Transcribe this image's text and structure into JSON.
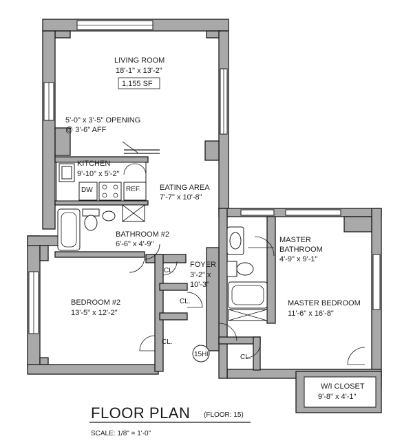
{
  "rooms": {
    "living": {
      "name": "LIVING ROOM",
      "dims": "18'-1\" x 13'-2\"",
      "area": "1,155 SF"
    },
    "opening": {
      "line1": "5'-0\" x 3'-5\" OPENING",
      "line2": "@ 3'-6\" AFF"
    },
    "kitchen": {
      "name": "KITCHEN",
      "dims": "9'-10\" x 5'-2\""
    },
    "eating": {
      "name": "EATING AREA",
      "dims": "7'-7\" x 10'-8\""
    },
    "bath2": {
      "name": "BATHROOM #2",
      "dims": "6'-6\" x 4'-9\""
    },
    "foyer": {
      "name": "FOYER",
      "dims1": "3'-2\" x",
      "dims2": "10'-3\""
    },
    "master_bath": {
      "name1": "MASTER",
      "name2": "BATHROOM",
      "dims": "4'-9\" x 9'-1\""
    },
    "master_bed": {
      "name": "MASTER BEDROOM",
      "dims": "11'-6\" x 16'-8\""
    },
    "bed2": {
      "name": "BEDROOM #2",
      "dims": "13'-5\" x 12'-2\""
    },
    "wi_closet": {
      "name": "W/I CLOSET",
      "dims": "9'-8\" x 4'-1\""
    }
  },
  "fixtures": {
    "dw": "DW",
    "ref": "REF.",
    "cl": "CL.",
    "unit": "15HI"
  },
  "title": {
    "main": "FLOOR PLAN",
    "floor": "(FLOOR: 15)",
    "scale": "SCALE: 1/8\" = 1'-0\""
  }
}
